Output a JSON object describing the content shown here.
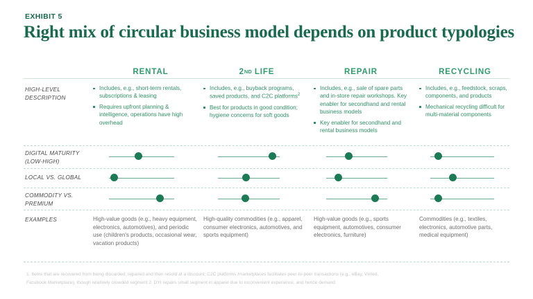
{
  "header": {
    "exhibit_label": "EXHIBIT 5",
    "title": "Right mix of circular business model depends on product typologies"
  },
  "colors": {
    "title_green": "#1a6b4e",
    "header_green": "#2e9c6d",
    "body_green": "#2f8f66",
    "dot_green": "#1d7a57",
    "track_green": "#4f9c7d",
    "divider": "#bcdccd",
    "example_gray": "#6d6d6d",
    "footnote_gray": "#c6c6c6"
  },
  "columns": [
    {
      "key": "rental",
      "label": "RENTAL",
      "sup": ""
    },
    {
      "key": "2nd_life",
      "label": "2",
      "sup": "ND",
      "label_suffix": " LIFE"
    },
    {
      "key": "repair",
      "label": "REPAIR",
      "sup": ""
    },
    {
      "key": "recycling",
      "label": "RECYCLING",
      "sup": ""
    }
  ],
  "rows": {
    "high_level_description": {
      "label": "HIGH-LEVEL\nDESCRIPTION",
      "label_line1": "HIGH-LEVEL",
      "label_line2": "DESCRIPTION",
      "cells": [
        {
          "bullets": [
            "Includes, e.g., short-term rentals, subscriptions & leasing",
            "Requires upfront planning & intelligence, operations have high overhead"
          ]
        },
        {
          "bullets": [
            "Includes, e.g., buyback programs, saved products, and C2C platforms",
            "Best for products in good condition; hygiene concerns for soft goods"
          ],
          "bullet_sups": [
            "2",
            ""
          ]
        },
        {
          "bullets": [
            "Includes, e.g., sale of spare parts and in-store repair workshops. Key enabler for secondhand and rental business models",
            "Key enabler for secondhand and rental business models"
          ]
        },
        {
          "bullets": [
            "Includes, e.g., feedstock, scraps, components, and products",
            "Mechanical recycling difficult for multi-material components"
          ]
        }
      ]
    },
    "digital_maturity": {
      "label_line1": "DIGITAL MATURITY",
      "label_line2": "(LOW-HIGH)",
      "values": [
        45,
        88,
        37,
        13
      ]
    },
    "local_vs_global": {
      "label_line1": "LOCAL VS. GLOBAL",
      "label_line2": "",
      "values": [
        8,
        45,
        20,
        35
      ]
    },
    "commodity_vs_premium": {
      "label_line1": "COMMODITY VS.",
      "label_line2": "PREMIUM",
      "values": [
        78,
        44,
        80,
        12
      ]
    },
    "examples": {
      "label_line1": "EXAMPLES",
      "label_line2": "",
      "cells": [
        "High-value goods (e.g., heavy equipment, electronics, automotives), and periodic use (children's products, occasional wear, vacation products)",
        "High-quality commodities (e.g., apparel, consumer electronics, automotives, and sports equipment)",
        "High-value goods (e.g., sports equipment, automotives, consumer electronics, furniture)",
        "Commodities (e.g., textiles, electronics, automotive parts, medical equipment)"
      ]
    }
  },
  "footnote": {
    "line1": "1. Items that are recovered from being discarded, repaired and then resold at a discount; C2C platforms /marketplaces facilitates peer-to-peer transactions (e.g., eBay, Vinted,",
    "line2": "Facebook Marketplace), though relatively crowded segment 2.  DYI repairs small segment in apparel due to inconvenient experience, and hence demand"
  }
}
